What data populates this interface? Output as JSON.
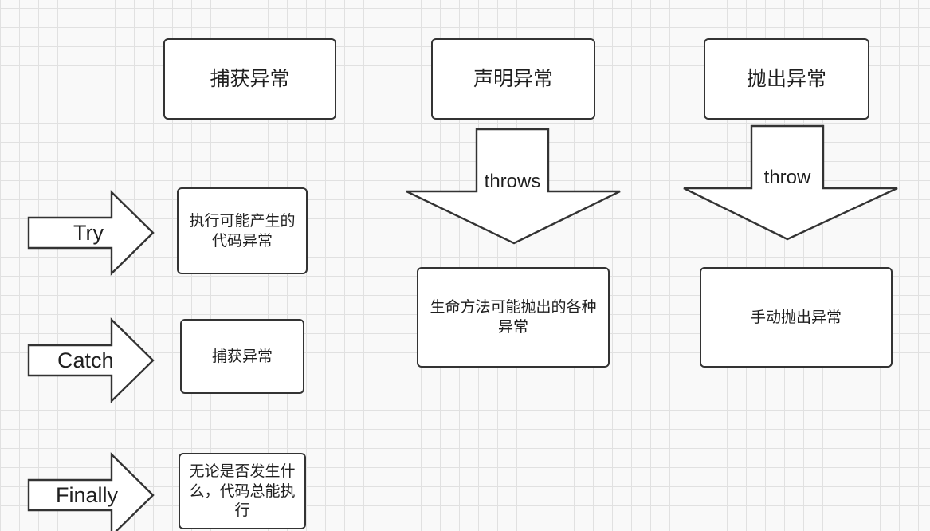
{
  "headers": {
    "catch": "捕获异常",
    "declare": "声明异常",
    "throw": "抛出异常"
  },
  "try_catch_finally": {
    "try": {
      "arrow_label": "Try",
      "box_text": "执行可能产生的代码异常"
    },
    "catch": {
      "arrow_label": "Catch",
      "box_text": "捕获异常"
    },
    "finally": {
      "arrow_label": "Finally",
      "box_text": "无论是否发生什么，代码总能执行"
    }
  },
  "declare_flow": {
    "arrow_label": "throws",
    "box_text": "生命方法可能抛出的各种异常"
  },
  "throw_flow": {
    "arrow_label": "throw",
    "box_text": "手动抛出异常"
  },
  "colors": {
    "stroke": "#333333",
    "fill": "#ffffff",
    "grid": "#e1e1e1",
    "background": "#f9f9f9"
  }
}
